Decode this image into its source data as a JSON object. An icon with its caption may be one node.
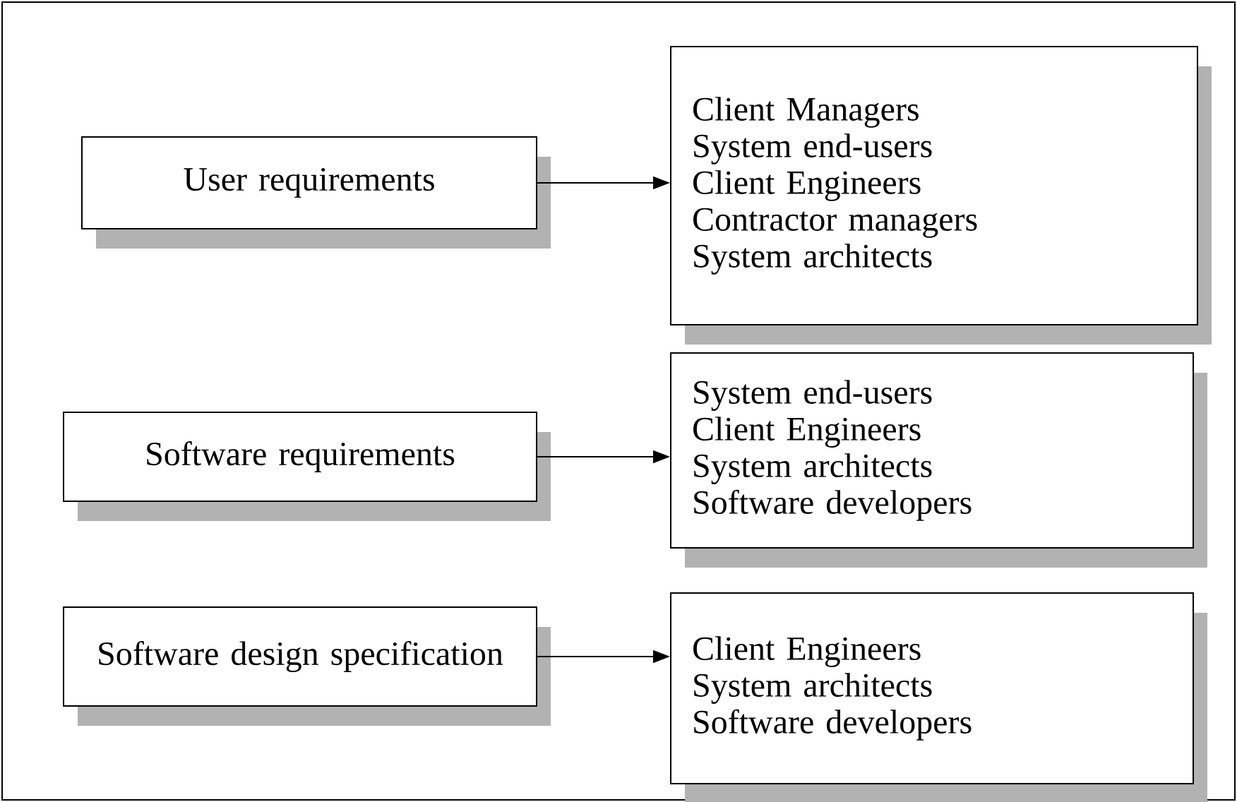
{
  "diagram": {
    "nodes": [
      {
        "text": [
          "User requirements"
        ]
      },
      {
        "text": [
          "Client Managers",
          "System end-users",
          "Client Engineers",
          "Contractor managers",
          "System architects"
        ]
      },
      {
        "text": [
          "Software requirements"
        ]
      },
      {
        "text": [
          "System end-users",
          "Client Engineers",
          "System architects",
          "Software developers"
        ]
      },
      {
        "text": [
          "Software design specification"
        ]
      },
      {
        "text": [
          "Client Engineers",
          "System architects",
          "Software developers"
        ]
      }
    ],
    "edges": [
      {
        "from": 0,
        "to": 1,
        "arrow": "to"
      },
      {
        "from": 2,
        "to": 3,
        "arrow": "to"
      },
      {
        "from": 4,
        "to": 5,
        "arrow": "to"
      }
    ]
  }
}
